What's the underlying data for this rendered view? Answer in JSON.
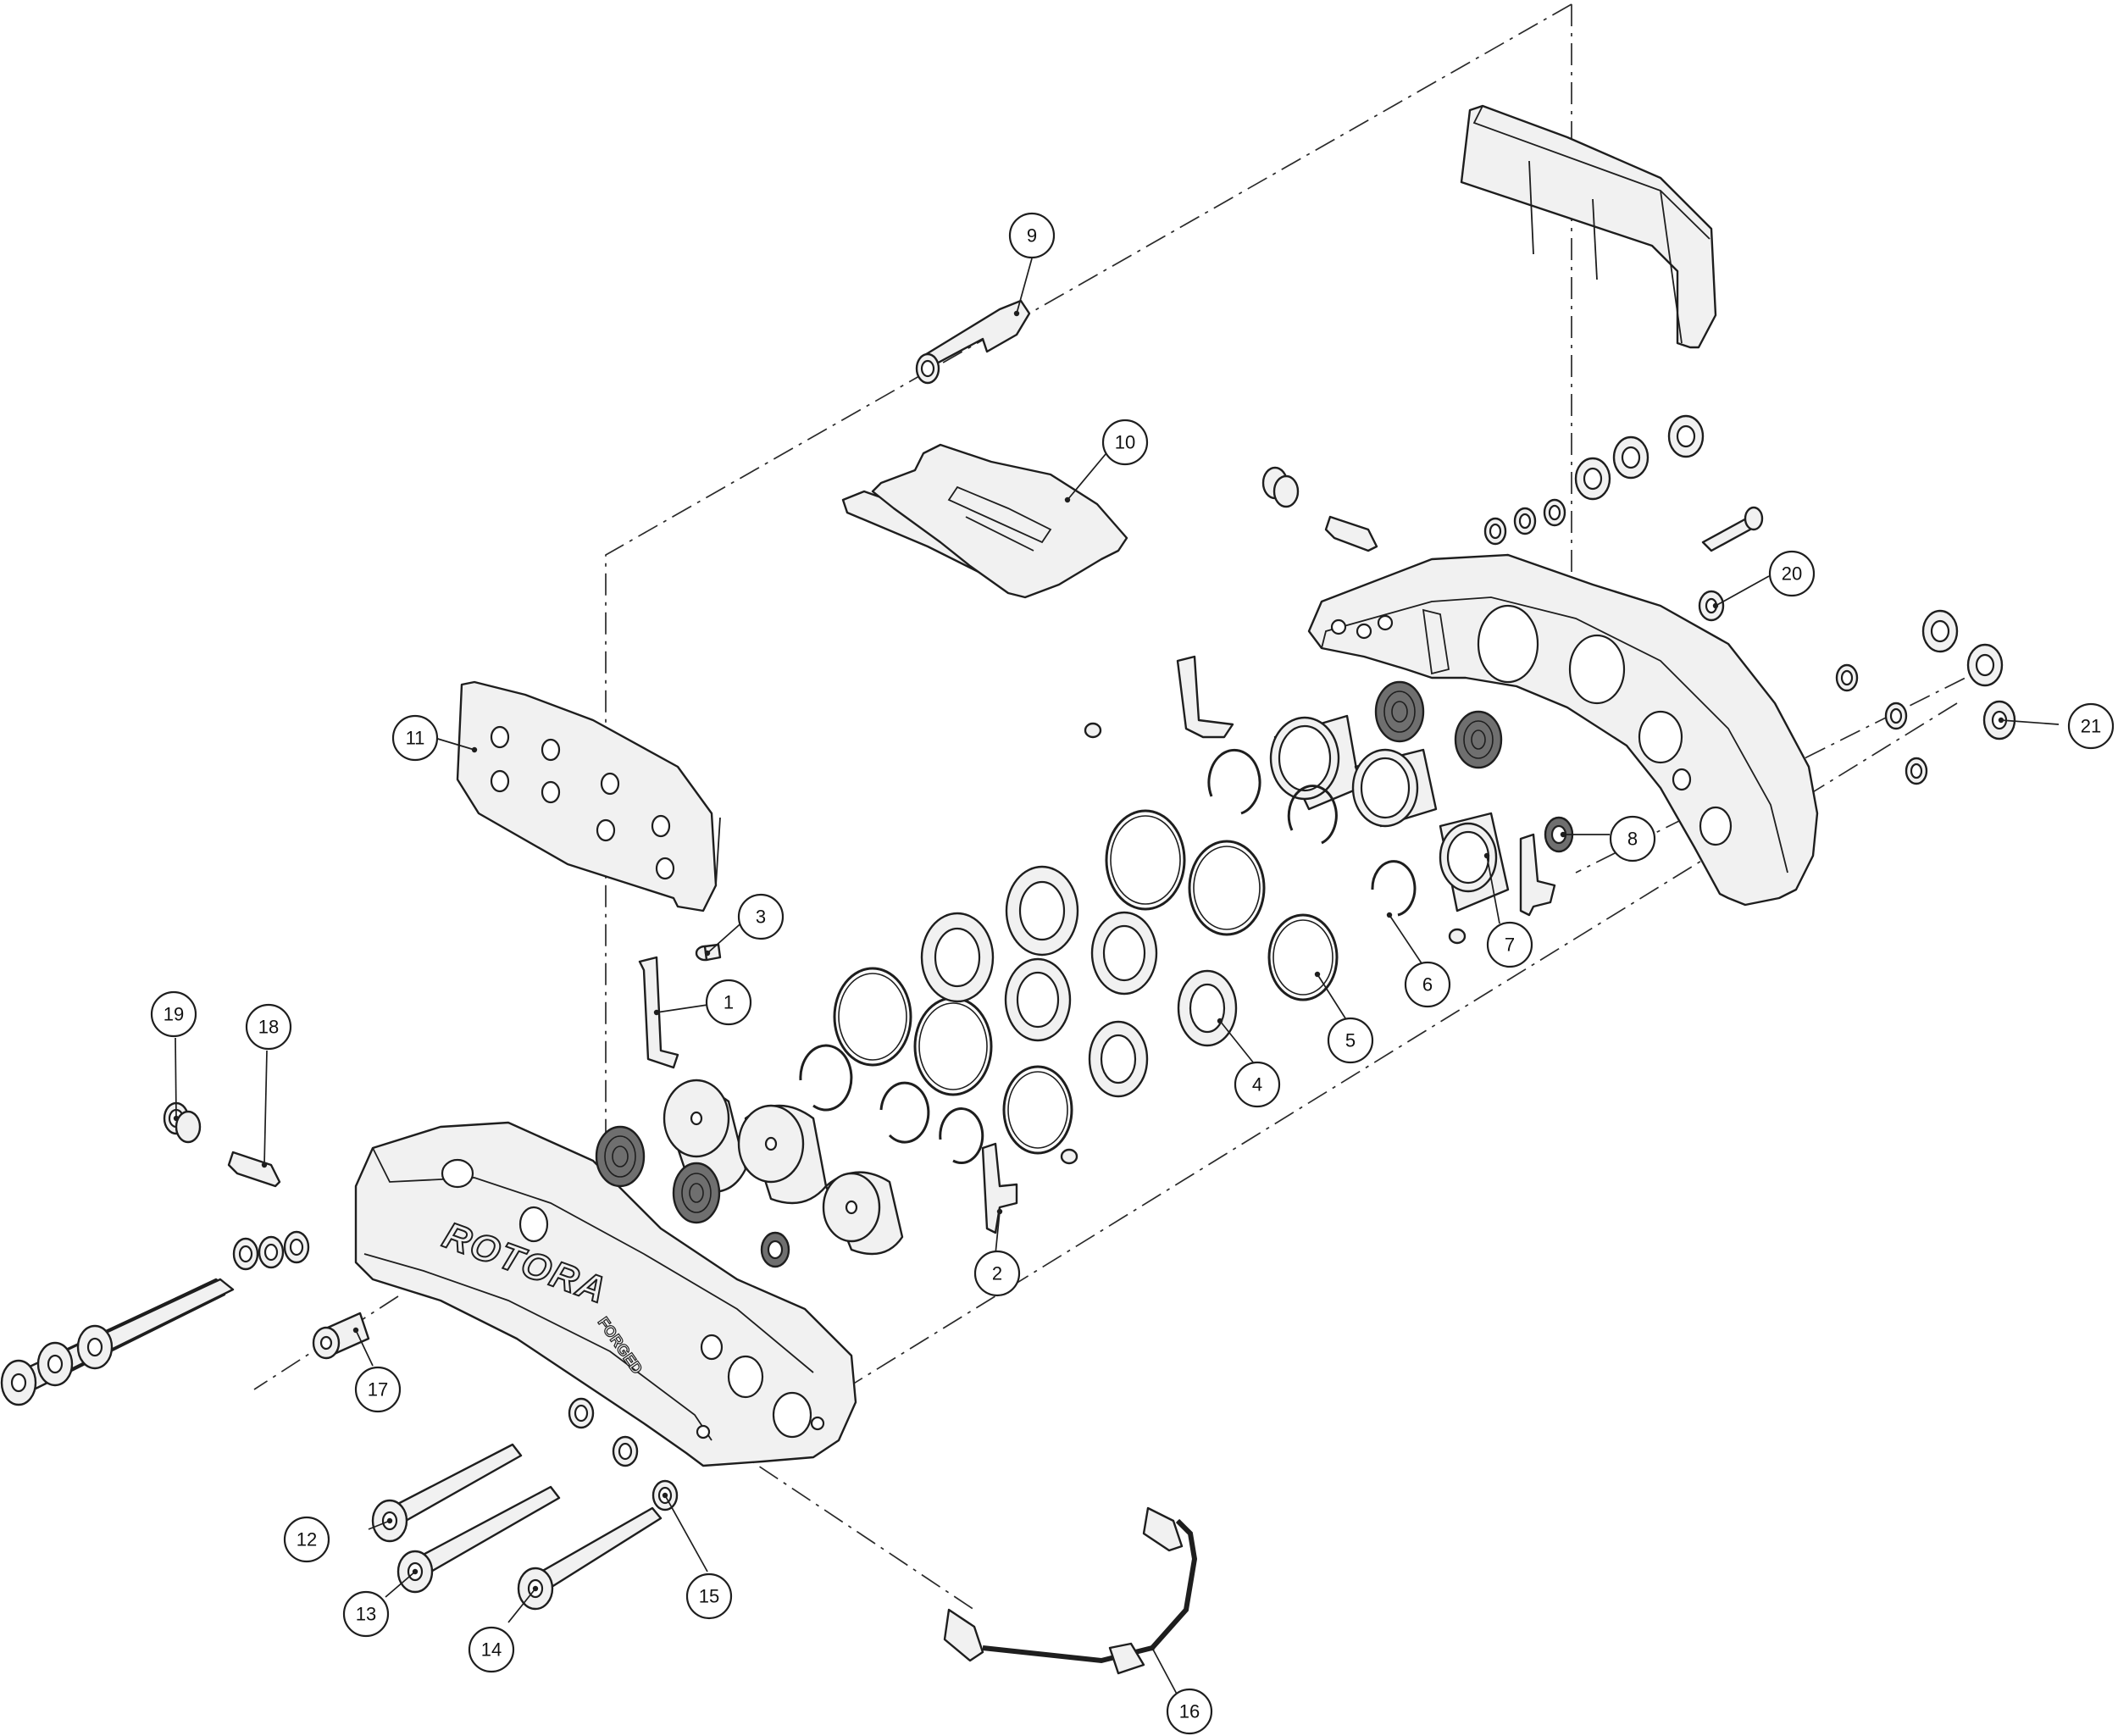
{
  "diagram": {
    "callouts": [
      {
        "id": "callout-1",
        "label": "1"
      },
      {
        "id": "callout-2",
        "label": "2"
      },
      {
        "id": "callout-3",
        "label": "3"
      },
      {
        "id": "callout-4",
        "label": "4"
      },
      {
        "id": "callout-5",
        "label": "5"
      },
      {
        "id": "callout-6",
        "label": "6"
      },
      {
        "id": "callout-7",
        "label": "7"
      },
      {
        "id": "callout-8",
        "label": "8"
      },
      {
        "id": "callout-9",
        "label": "9"
      },
      {
        "id": "callout-10",
        "label": "10"
      },
      {
        "id": "callout-11",
        "label": "11"
      },
      {
        "id": "callout-12",
        "label": "12"
      },
      {
        "id": "callout-13",
        "label": "13"
      },
      {
        "id": "callout-14",
        "label": "14"
      },
      {
        "id": "callout-15",
        "label": "15"
      },
      {
        "id": "callout-16",
        "label": "16"
      },
      {
        "id": "callout-17",
        "label": "17"
      },
      {
        "id": "callout-18",
        "label": "18"
      },
      {
        "id": "callout-19",
        "label": "19"
      },
      {
        "id": "callout-20",
        "label": "20"
      },
      {
        "id": "callout-21",
        "label": "21"
      }
    ],
    "brand": {
      "name": "ROTORA",
      "subtitle": "FORGED"
    },
    "colors": {
      "line": "#1e1e1e",
      "part_fill": "#f1f1f1",
      "background": "#ffffff"
    }
  }
}
